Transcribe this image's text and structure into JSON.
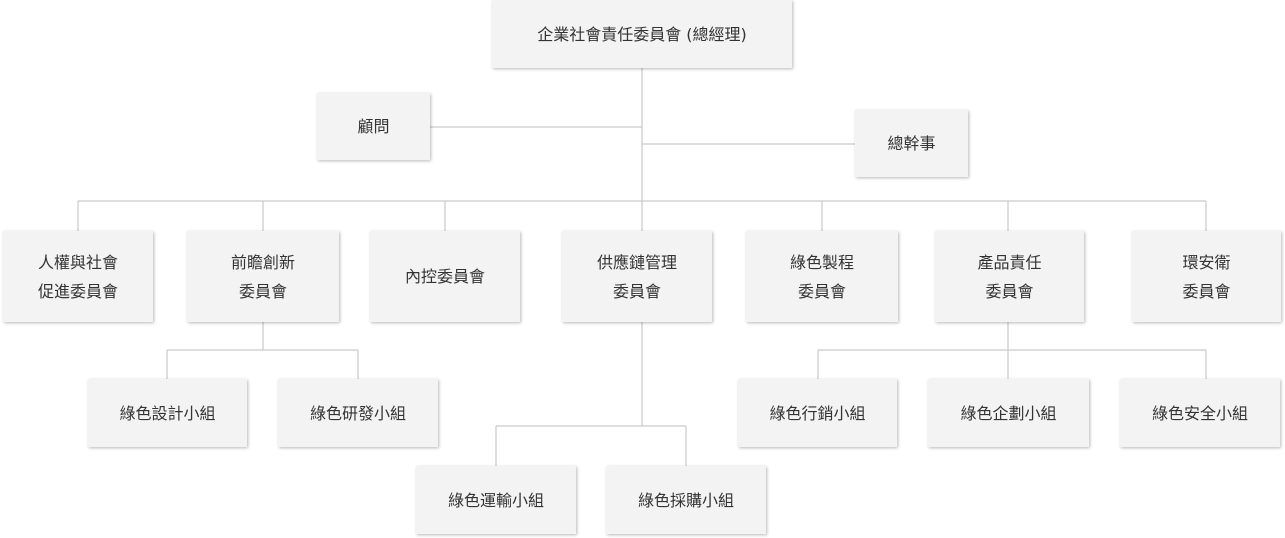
{
  "org_chart": {
    "top": {
      "label": "企業社會責任委員會 (總經理)"
    },
    "advisor": {
      "label": "顧問"
    },
    "secretary": {
      "label": "總幹事"
    },
    "committees": [
      {
        "label": "人權與社會\n促進委員會"
      },
      {
        "label": "前瞻創新\n委員會"
      },
      {
        "label": "內控委員會"
      },
      {
        "label": "供應鏈管理\n委員會"
      },
      {
        "label": "綠色製程\n委員會"
      },
      {
        "label": "產品責任\n委員會"
      },
      {
        "label": "環安衛\n委員會"
      }
    ],
    "groups": [
      {
        "label": "綠色設計小組"
      },
      {
        "label": "綠色研發小組"
      },
      {
        "label": "綠色運輸小組"
      },
      {
        "label": "綠色採購小組"
      },
      {
        "label": "綠色行銷小組"
      },
      {
        "label": "綠色企劃小組"
      },
      {
        "label": "綠色安全小組"
      }
    ]
  },
  "colors": {
    "box_fill": "#f3f3f3",
    "connector": "#c9c9c9",
    "text": "#333333"
  }
}
